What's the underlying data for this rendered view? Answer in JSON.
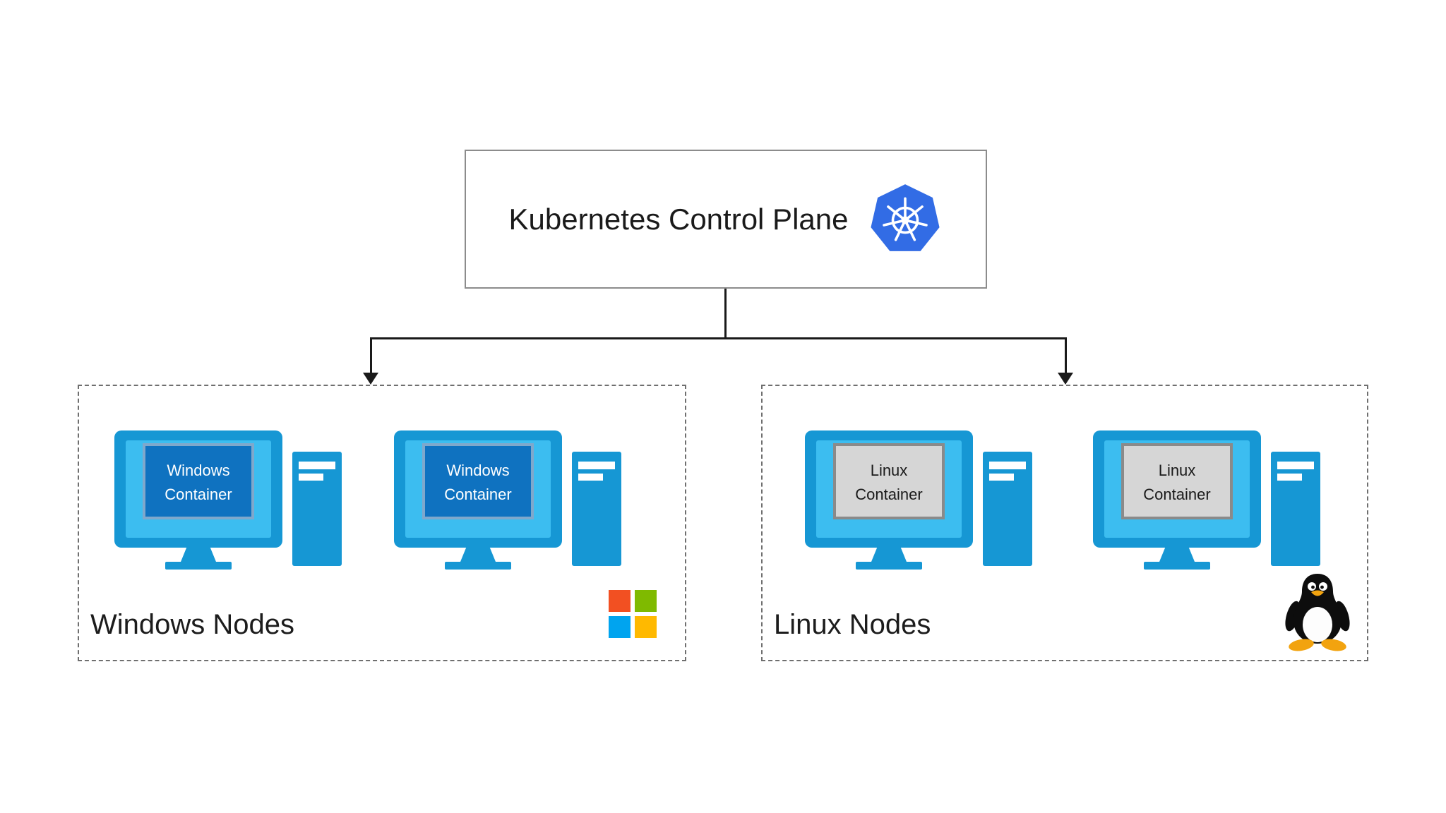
{
  "diagram": {
    "control_plane": {
      "label": "Kubernetes Control Plane",
      "icon": "kubernetes-logo"
    },
    "groups": [
      {
        "id": "windows-nodes",
        "label": "Windows Nodes",
        "container_line1": "Windows",
        "container_line2": "Container",
        "machine_count": 2,
        "logo_icon": "microsoft-logo"
      },
      {
        "id": "linux-nodes",
        "label": "Linux Nodes",
        "container_line1": "Linux",
        "container_line2": "Container",
        "machine_count": 2,
        "logo_icon": "tux-logo"
      }
    ],
    "colors": {
      "kubernetes_blue": "#326ce5",
      "monitor_frame_blue": "#1697d4",
      "monitor_screen_blue": "#3cbdf0",
      "windows_container_fill": "#0f72c0",
      "windows_container_border": "#7fa8cc",
      "linux_container_fill": "#d6d6d6",
      "linux_container_border": "#8a8a8a",
      "tower_blue": "#1697d4",
      "microsoft_red": "#f25022",
      "microsoft_green": "#7fba00",
      "microsoft_blue": "#00a4ef",
      "microsoft_yellow": "#ffb900",
      "tux_orange": "#f2a30f",
      "connector_line": "#1a1a1a",
      "box_border_gray": "#8c8c8c"
    }
  }
}
